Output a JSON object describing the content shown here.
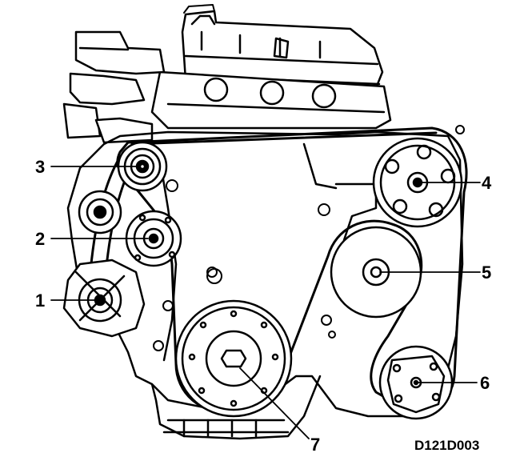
{
  "diagram": {
    "code": "D121D003",
    "callouts": [
      {
        "id": "1",
        "label": "1"
      },
      {
        "id": "2",
        "label": "2"
      },
      {
        "id": "3",
        "label": "3"
      },
      {
        "id": "4",
        "label": "4"
      },
      {
        "id": "5",
        "label": "5"
      },
      {
        "id": "6",
        "label": "6"
      },
      {
        "id": "7",
        "label": "7"
      }
    ]
  }
}
